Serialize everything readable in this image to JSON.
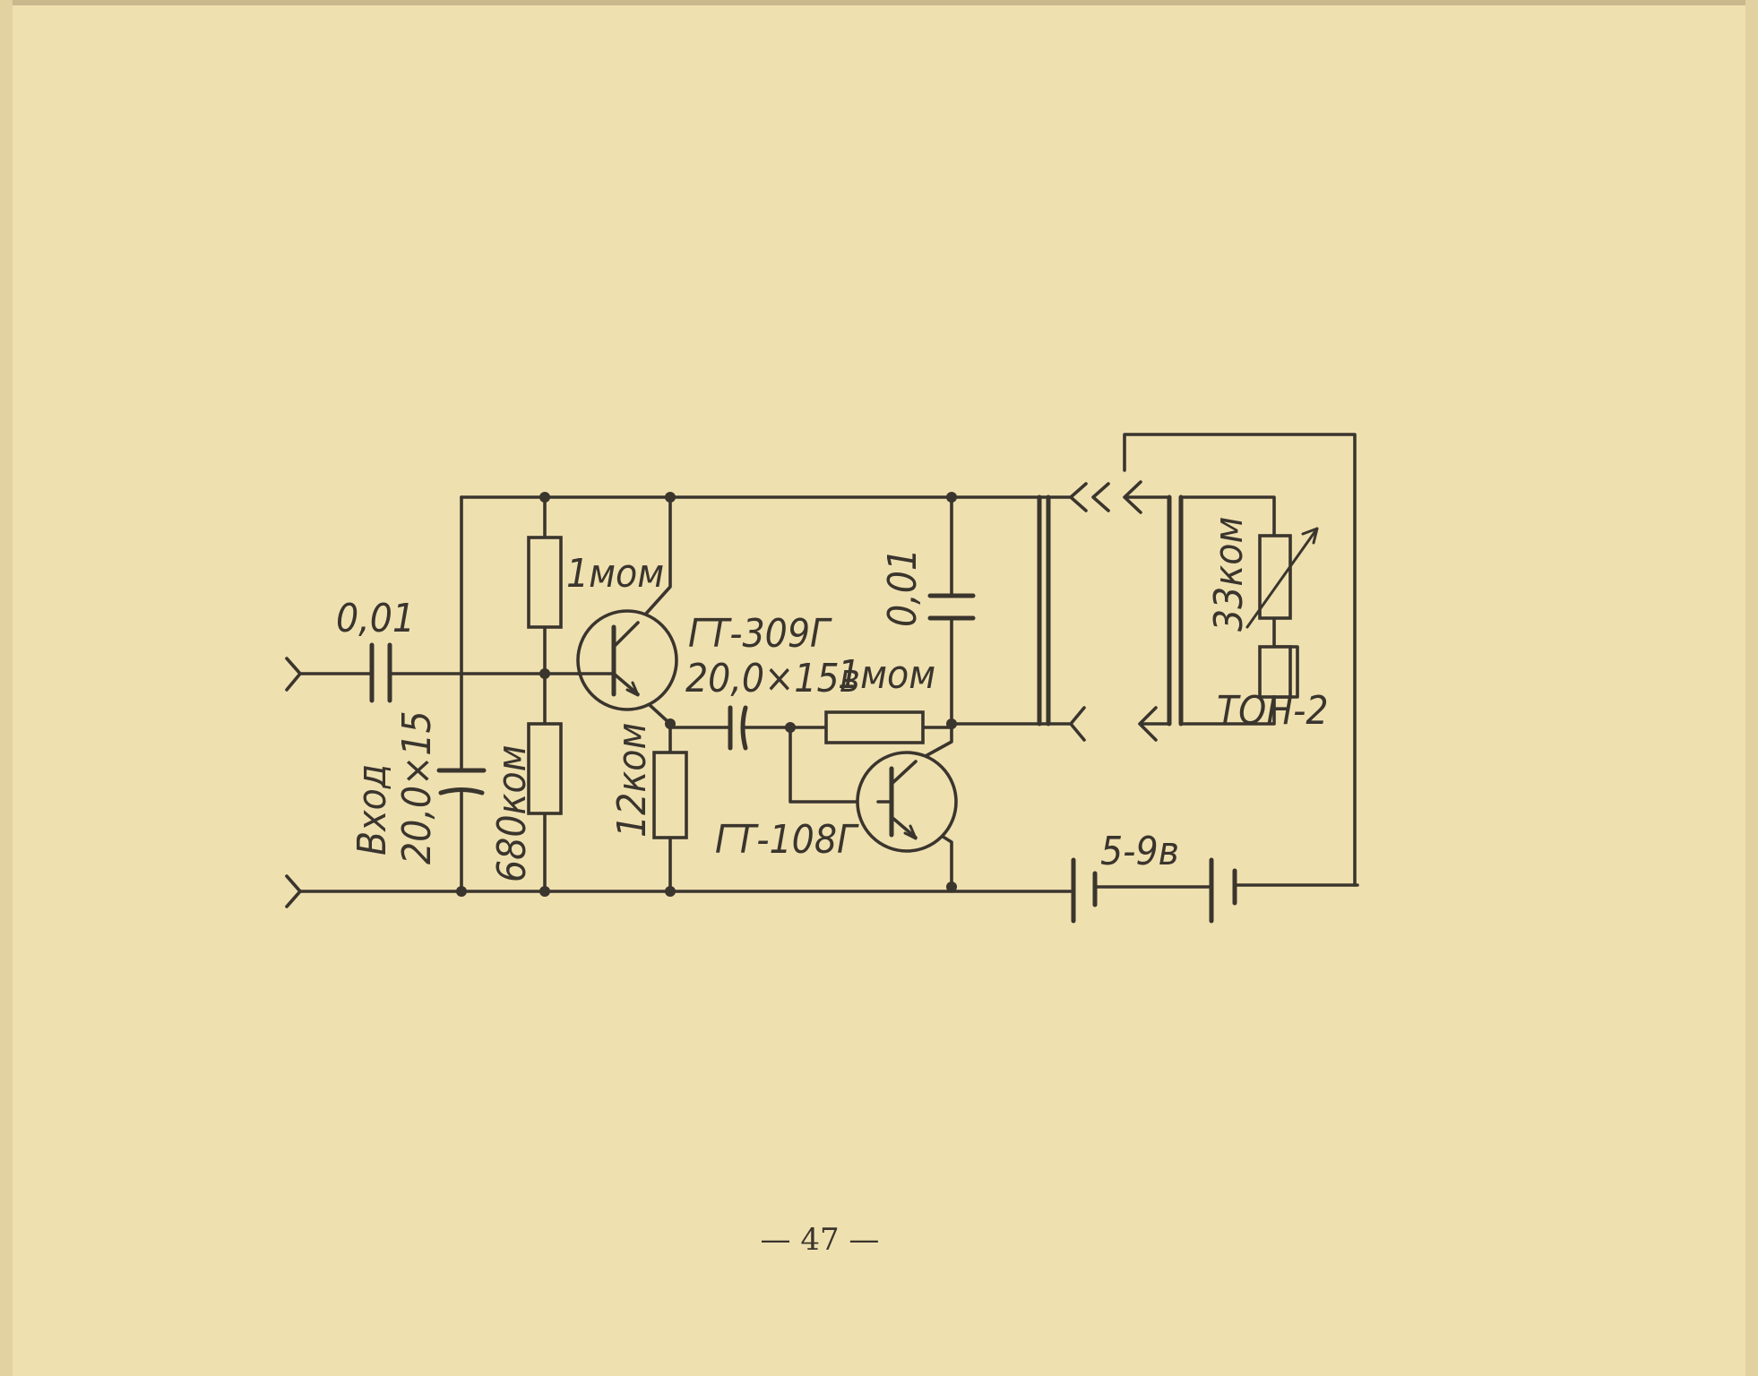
{
  "labels": {
    "c_input": "0,01",
    "r_top": "1мом",
    "q1": "ГТ-309Г",
    "c_coupling": "20,0×15в",
    "r_feedback": "1мом",
    "c_shunt": "0,01",
    "r_vol": "33ком",
    "headphones": "ТОН-2",
    "input_label": "Вход",
    "c_supply": "20,0×15",
    "r_bottom": "680ком",
    "r_emitter": "12ком",
    "q2": "ГТ-108Г",
    "battery": "5-9в"
  },
  "page_number": "— 47 —",
  "colors": {
    "paper": "#efe0b0",
    "ink": "#3a352d"
  }
}
